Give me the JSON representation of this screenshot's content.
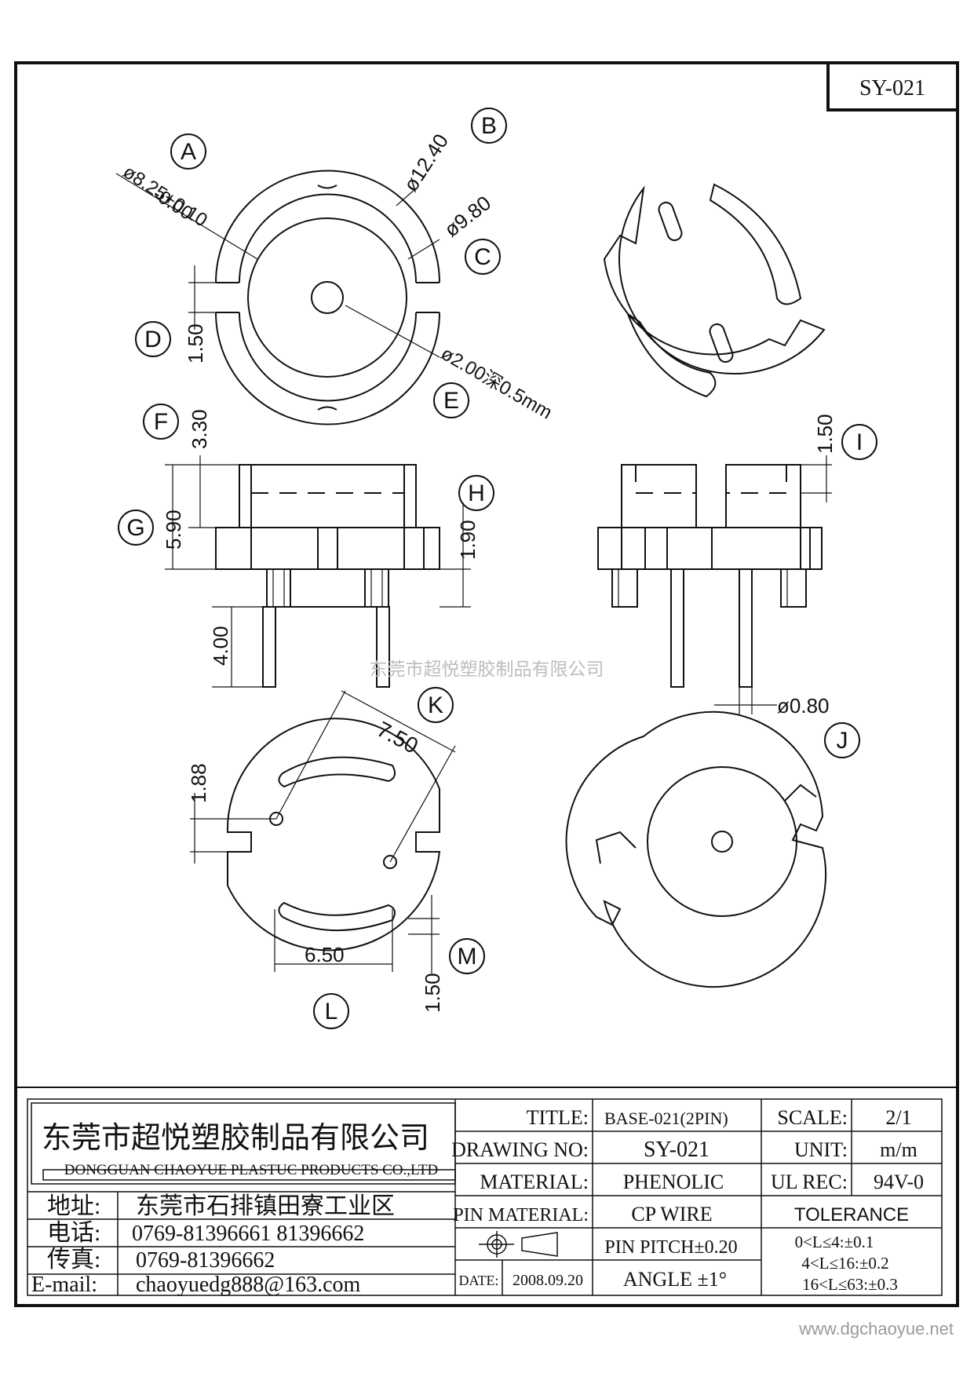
{
  "drawing_code": "SY-021",
  "labels": [
    "A",
    "B",
    "C",
    "D",
    "E",
    "F",
    "G",
    "H",
    "I",
    "J",
    "K",
    "L",
    "M"
  ],
  "dims": {
    "a": "ø8.25+0.10",
    "a2": "-0.00",
    "b": "ø12.40",
    "c": "ø9.80",
    "d": "1.50",
    "e": "ø2.00深0.5mm",
    "f": "3.30",
    "g": "5.90",
    "h": "1.90",
    "i": "1.50",
    "j": "ø0.80",
    "pin_len": "4.00",
    "k": "7.50",
    "k2": "1.88",
    "l": "6.50",
    "m": "1.50"
  },
  "watermark": "东莞市超悦塑胶制品有限公司",
  "title_block": {
    "company_cn": "东莞市超悦塑胶制品有限公司",
    "company_en": "DONGGUAN CHAOYUE PLASTUC PRODUCTS CO.,LTD",
    "address_label": "地址:",
    "address": "东莞市石排镇田寮工业区",
    "tel_label": "电话:",
    "tel": "0769-81396661   81396662",
    "fax_label": "传真:",
    "fax": "0769-81396662",
    "email_label": "E-mail:",
    "email": "chaoyuedg888@163.com",
    "title_label": "TITLE:",
    "title": "BASE-021(2PIN)",
    "drawing_no_label": "DRAWING NO:",
    "drawing_no": "SY-021",
    "material_label": "MATERIAL:",
    "material": "PHENOLIC",
    "pin_material_label": "PIN MATERIAL:",
    "pin_material": "CP WIRE",
    "pin_pitch": "PIN PITCH±0.20",
    "angle": "ANGLE  ±1°",
    "date_label": "DATE:",
    "date": "2008.09.20",
    "scale_label": "SCALE:",
    "scale": "2/1",
    "unit_label": "UNIT:",
    "unit": "m/m",
    "ul_label": "UL REC:",
    "ul": "94V-0",
    "tolerance_label": "TOLERANCE",
    "tol1": "0<L≤4:±0.1",
    "tol2": "4<L≤16:±0.2",
    "tol3": "16<L≤63:±0.3"
  },
  "website": "www.dgchaoyue.net"
}
